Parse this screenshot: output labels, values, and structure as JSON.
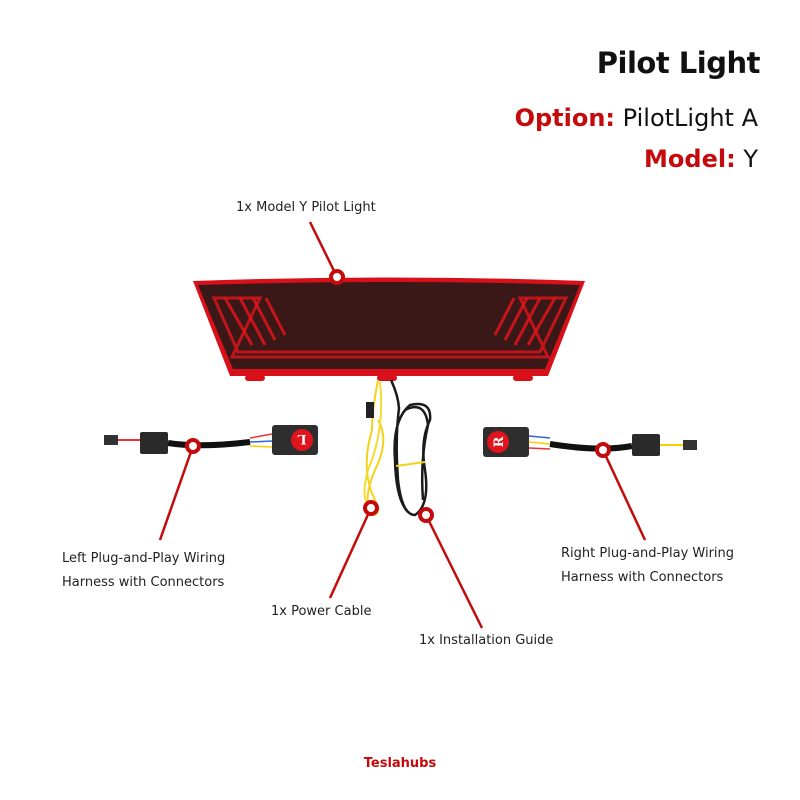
{
  "header": {
    "title": "Pilot Light",
    "option_key": "Option:",
    "option_value": "PilotLight A",
    "model_key": "Model:",
    "model_value": "Y"
  },
  "callouts": {
    "pilot_light": "1x Model Y Pilot Light",
    "left_harness_line1": "Left Plug-and-Play Wiring",
    "left_harness_line2": "Harness with Connectors",
    "right_harness_line1": "Right Plug-and-Play Wiring",
    "right_harness_line2": "Harness with Connectors",
    "power_cable": "1x Power Cable",
    "installation_guide": "1x Installation Guide"
  },
  "connectors": {
    "left": "L",
    "right": "R"
  },
  "brand": "Teslahubs",
  "colors": {
    "accent": "#c40a0a",
    "lens": "#3a1616",
    "light_red": "#e0141c"
  }
}
